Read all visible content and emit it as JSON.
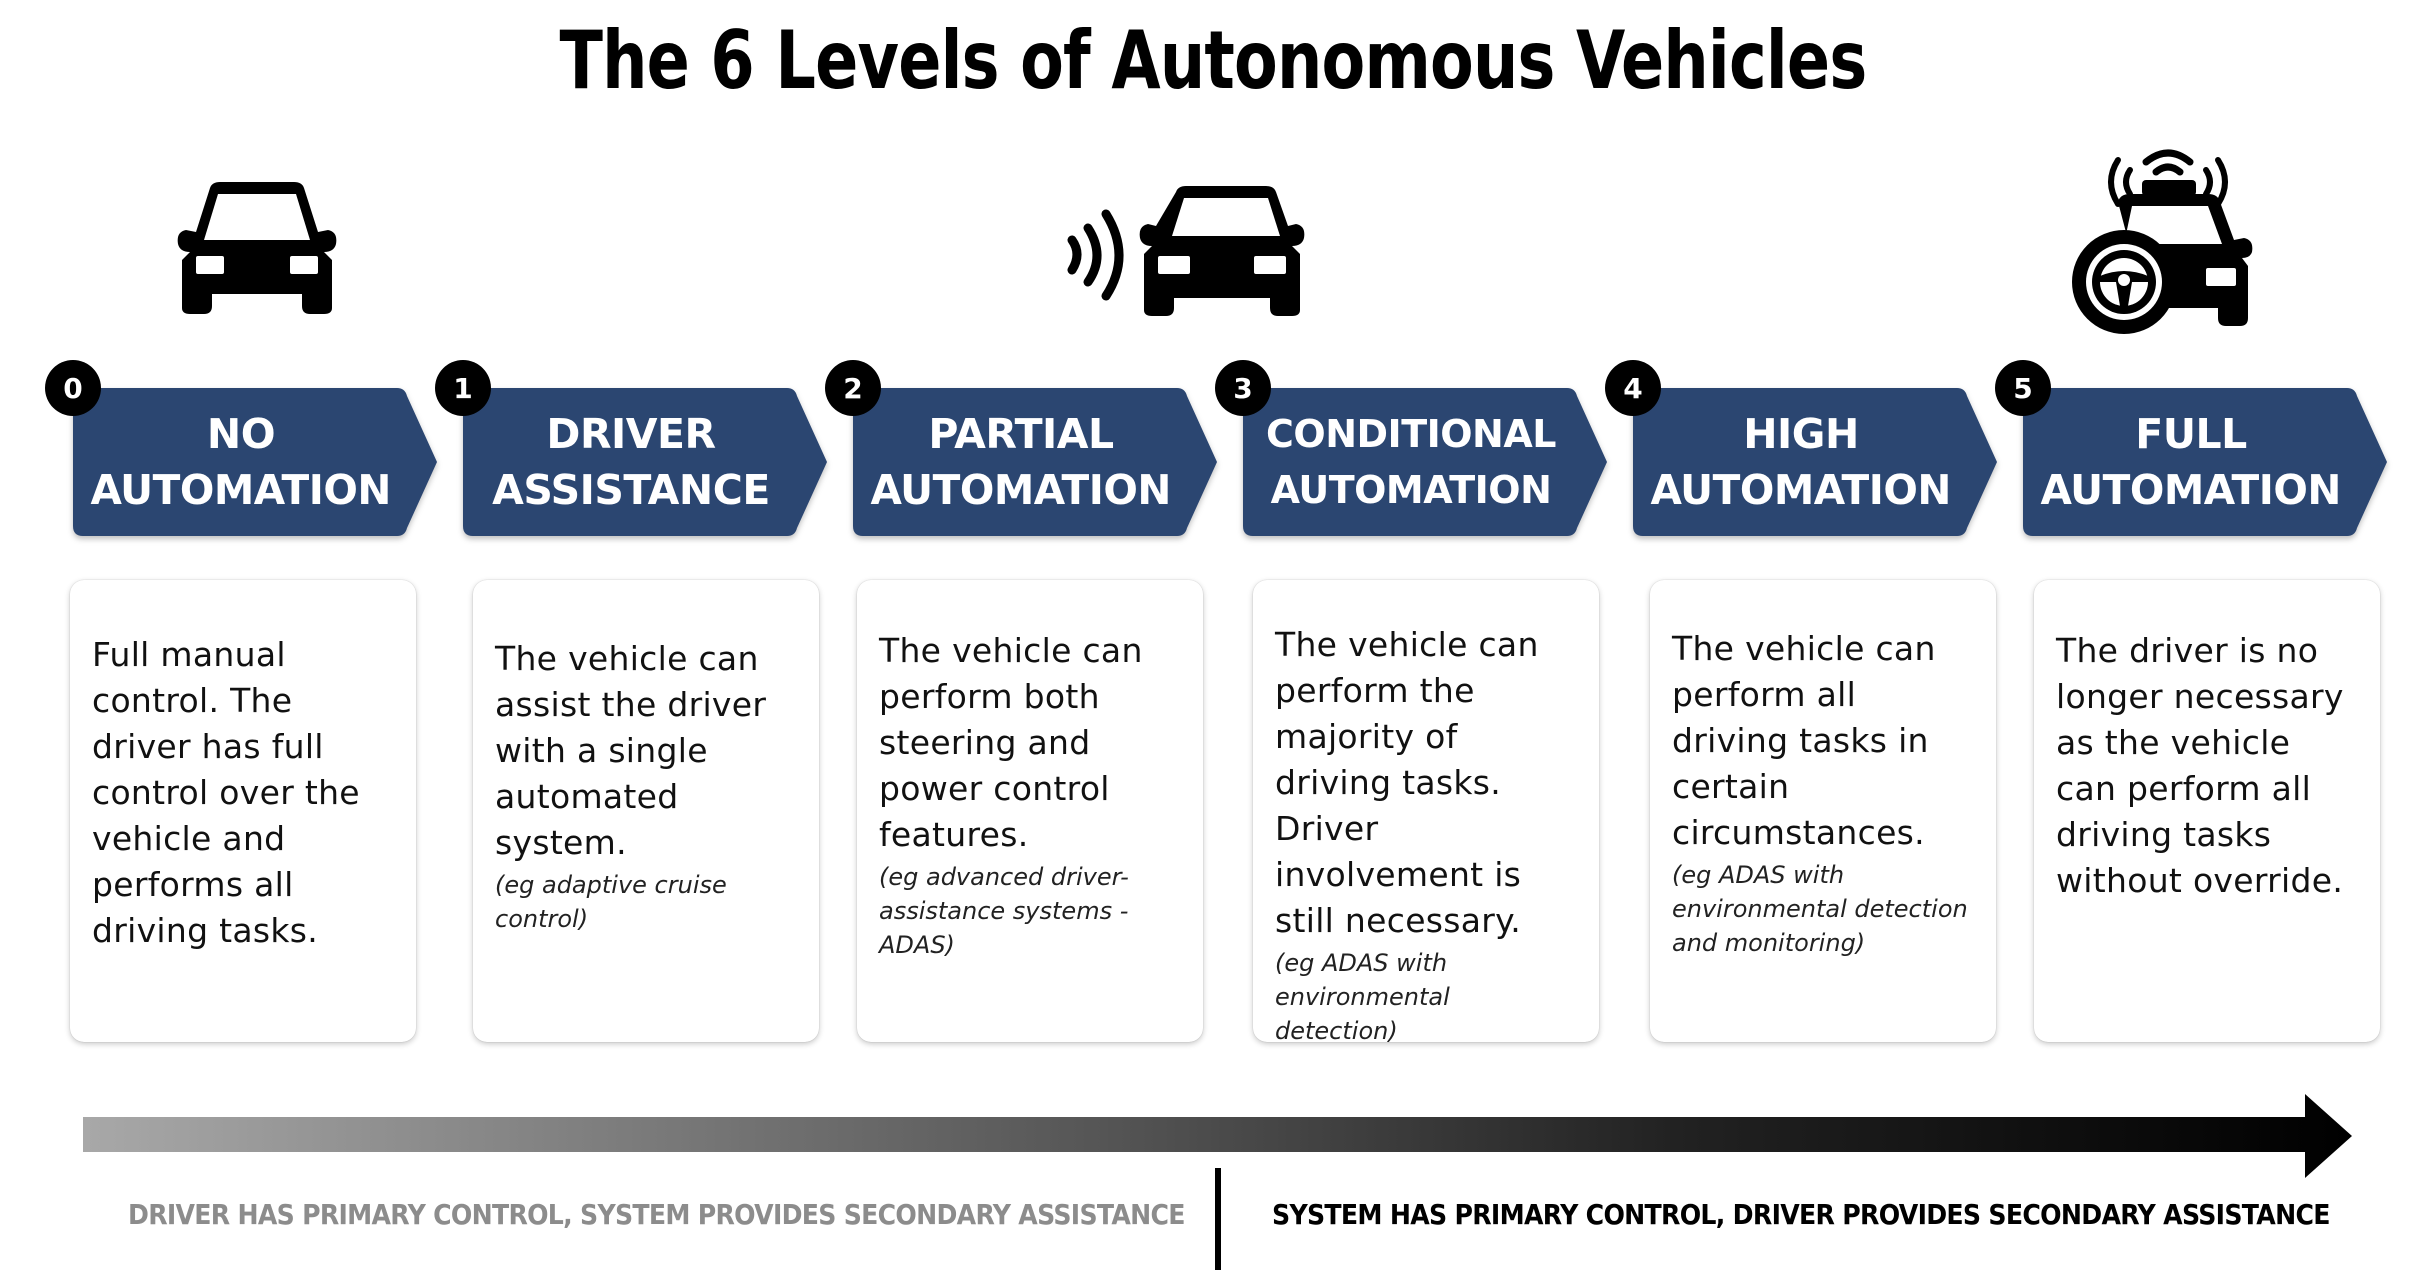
{
  "title": "The 6 Levels of Autonomous Vehicles",
  "colors": {
    "chevron": "#2b4671",
    "badge": "#000000",
    "arrow_start": "#a6a6a6",
    "arrow_end": "#000000",
    "left_label": "#8c8c8c",
    "right_label": "#000000"
  },
  "icons": [
    {
      "name": "car-icon",
      "level": 0
    },
    {
      "name": "car-with-sensor-waves-icon",
      "level": 2
    },
    {
      "name": "autonomous-car-steering-wheel-icon",
      "level": 5
    }
  ],
  "levels": [
    {
      "number": "0",
      "title_line1": "NO",
      "title_line2": "AUTOMATION",
      "description": "Full manual control. The driver has full control over the vehicle and performs all driving tasks.",
      "note": ""
    },
    {
      "number": "1",
      "title_line1": "DRIVER",
      "title_line2": "ASSISTANCE",
      "description": "The vehicle can assist the driver with a single automated system.",
      "note": "(eg adaptive cruise control)"
    },
    {
      "number": "2",
      "title_line1": "PARTIAL",
      "title_line2": "AUTOMATION",
      "description": "The vehicle can perform both steering and power control features.",
      "note": "(eg advanced driver-assistance systems - ADAS)"
    },
    {
      "number": "3",
      "title_line1": "CONDITIONAL",
      "title_line2": "AUTOMATION",
      "description": "The vehicle can perform the majority of driving tasks. Driver involvement is still necessary.",
      "note": "(eg ADAS with environmental detection)"
    },
    {
      "number": "4",
      "title_line1": "HIGH",
      "title_line2": "AUTOMATION",
      "description": "The vehicle can perform all driving tasks in certain circumstances.",
      "note": "(eg ADAS with environmental detection and monitoring)"
    },
    {
      "number": "5",
      "title_line1": "FULL",
      "title_line2": "AUTOMATION",
      "description": "The driver is no longer necessary as the vehicle can perform all driving tasks without override.",
      "note": ""
    }
  ],
  "bottom": {
    "left_label": "DRIVER HAS PRIMARY CONTROL, SYSTEM PROVIDES SECONDARY ASSISTANCE",
    "right_label": "SYSTEM HAS PRIMARY CONTROL, DRIVER PROVIDES SECONDARY ASSISTANCE"
  }
}
